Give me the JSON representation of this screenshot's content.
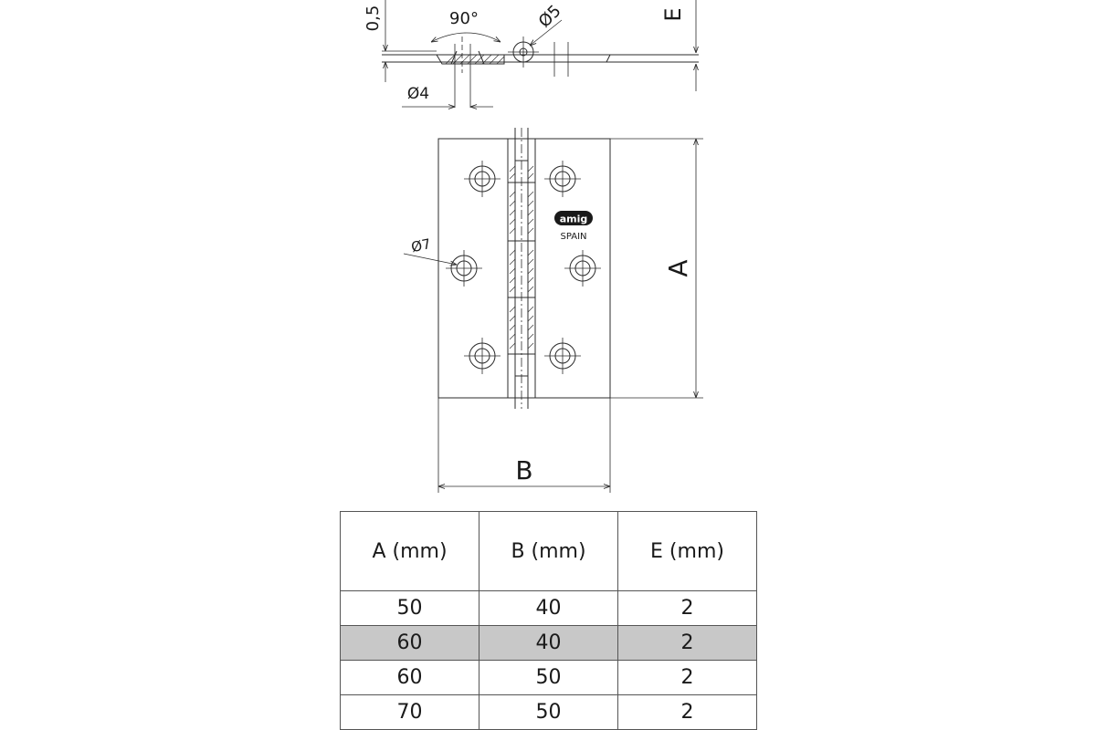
{
  "drawing": {
    "labels": {
      "thickness": "0,5",
      "angle": "90°",
      "pin_diameter": "Ø5",
      "screw_diameter": "Ø4",
      "head_diameter": "Ø7",
      "dim_e": "E",
      "dim_a": "A",
      "dim_b": "B",
      "brand": "amig",
      "origin": "SPAIN"
    }
  },
  "table": {
    "headers": [
      "A (mm)",
      "B (mm)",
      "E (mm)"
    ],
    "rows": [
      [
        "50",
        "40",
        "2"
      ],
      [
        "60",
        "40",
        "2"
      ],
      [
        "60",
        "50",
        "2"
      ],
      [
        "70",
        "50",
        "2"
      ]
    ],
    "highlight_row": 1,
    "highlight_color": "#c8c8c8"
  }
}
